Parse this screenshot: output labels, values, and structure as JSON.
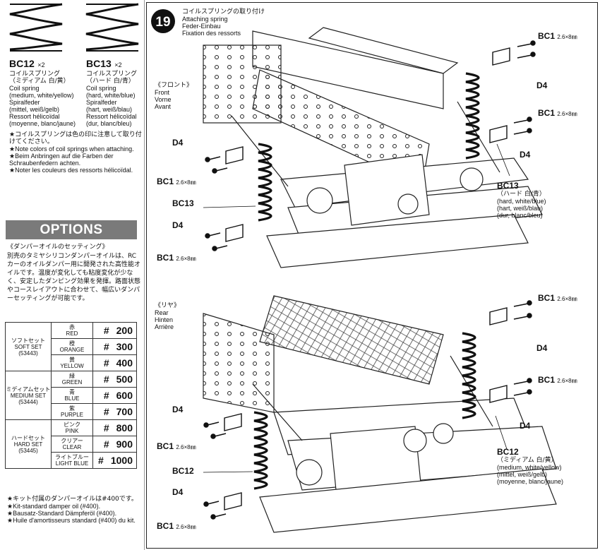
{
  "parts": {
    "bc12": {
      "code": "BC12",
      "qty": "×2",
      "name_jp": "コイルスプリング",
      "spec_jp": "（ミディアム 白/黄）",
      "en": "Coil spring",
      "en_spec": "(medium, white/yellow)",
      "de": "Spiralfeder",
      "de_spec": "(mittel, weiß/gelb)",
      "fr": "Ressort hélicoïdal",
      "fr_spec": "(moyenne, blanc/jaune)"
    },
    "bc13": {
      "code": "BC13",
      "qty": "×2",
      "name_jp": "コイルスプリング",
      "spec_jp": "（ハード 白/青）",
      "en": "Coil spring",
      "en_spec": "(hard, white/blue)",
      "de": "Spiralfeder",
      "de_spec": "(hart, weiß/blau)",
      "fr": "Ressort hélicoïdal",
      "fr_spec": "(dur, blanc/bleu)"
    }
  },
  "notes": {
    "jp": "★コイルスプリングは色の印に注意して取り付けてください。",
    "en": "★Note colors of coil springs when attaching.",
    "de": "★Beim Anbringen auf die Farben der Schraubenfedern achten.",
    "fr": "★Noter les couleurs des ressorts hélicoïdal."
  },
  "options": {
    "title": "OPTIONS",
    "subtitle": "《ダンパーオイルのセッティング》",
    "body": "別売のタミヤシリコンダンパーオイルは、RCカーのオイルダンパー用に開発された高性能オイルです。温度が変化しても粘度変化が少なく、安定したダンピング効果を発揮。路面状態やコースレイアウトに合わせて、幅広いダンパーセッティングが可能です。",
    "sets": [
      {
        "jp": "ソフトセット",
        "en": "SOFT SET",
        "no": "(53443)",
        "rows": [
          {
            "jp": "赤",
            "en": "RED",
            "num": "200"
          },
          {
            "jp": "橙",
            "en": "ORANGE",
            "num": "300"
          },
          {
            "jp": "黄",
            "en": "YELLOW",
            "num": "400"
          }
        ]
      },
      {
        "jp": "ミディアムセット",
        "en": "MEDIUM SET",
        "no": "(53444)",
        "rows": [
          {
            "jp": "緑",
            "en": "GREEN",
            "num": "500"
          },
          {
            "jp": "青",
            "en": "BLUE",
            "num": "600"
          },
          {
            "jp": "紫",
            "en": "PURPLE",
            "num": "700"
          }
        ]
      },
      {
        "jp": "ハードセット",
        "en": "HARD SET",
        "no": "(53445)",
        "rows": [
          {
            "jp": "ピンク",
            "en": "PINK",
            "num": "800"
          },
          {
            "jp": "クリアー",
            "en": "CLEAR",
            "num": "900"
          },
          {
            "jp": "ライトブルー",
            "en": "LIGHT BLUE",
            "num": "1000"
          }
        ]
      }
    ],
    "hash": "#",
    "foot_jp": "★キット付属のダンパーオイルは#400です。",
    "foot_en": "★Kit-standard damper oil (#400).",
    "foot_de": "★Bausatz-Standard Dämpferöl (#400).",
    "foot_fr": "★Huile d'amortisseurs standard (#400) du kit."
  },
  "step": {
    "number": "19",
    "title_jp": "コイルスプリングの取り付け",
    "title_en": "Attaching spring",
    "title_de": "Feder-Einbau",
    "title_fr": "Fixation des ressorts"
  },
  "front": {
    "jp": "《フロント》",
    "en": "Front",
    "de": "Vorne",
    "fr": "Avant"
  },
  "rear": {
    "jp": "《リヤ》",
    "en": "Rear",
    "de": "Hinten",
    "fr": "Arrière"
  },
  "labels": {
    "bc1": "BC1",
    "dim": "2.6×8㎜",
    "d4": "D4",
    "bc12": "BC12",
    "bc13": "BC13",
    "bc13_spec": {
      "jp": "（ハード 白/青）",
      "en": "(hard, white/blue)",
      "de": "(hart, weiß/blau)",
      "fr": "(dur, blanc/bleu)"
    },
    "bc12_spec": {
      "jp": "（ミディアム 白/黄）",
      "en": "(medium, white/yellow)",
      "de": "(mittel, weiß/gelb)",
      "fr": "(moyenne, blanc/jaune)"
    }
  }
}
